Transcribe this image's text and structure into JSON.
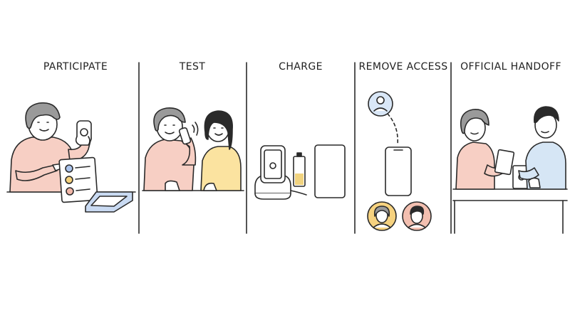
{
  "panels": [
    {
      "id": "participate",
      "title": "PARTICIPATE"
    },
    {
      "id": "test",
      "title": "TEST"
    },
    {
      "id": "charge",
      "title": "CHARGE"
    },
    {
      "id": "remove",
      "title": "REMOVE ACCESS"
    },
    {
      "id": "handoff",
      "title": "OFFICIAL HANDOFF"
    }
  ],
  "colors": {
    "ink": "#2a2a2a",
    "pink_shirt": "#f7cfc4",
    "yellow_shirt": "#fbe3a0",
    "blue_shirt": "#d6e6f5",
    "skin": "#ffffff",
    "tray_blue": "#c9daf2",
    "dot_blue": "#aac3ec",
    "dot_yellow": "#f4d07a",
    "dot_pink": "#f2b7a8",
    "avatar_yellow": "#f6d27f",
    "avatar_pink": "#f3bfb0",
    "avatar_blue": "#d9e7f7",
    "battery_yellow": "#f1d37f"
  }
}
